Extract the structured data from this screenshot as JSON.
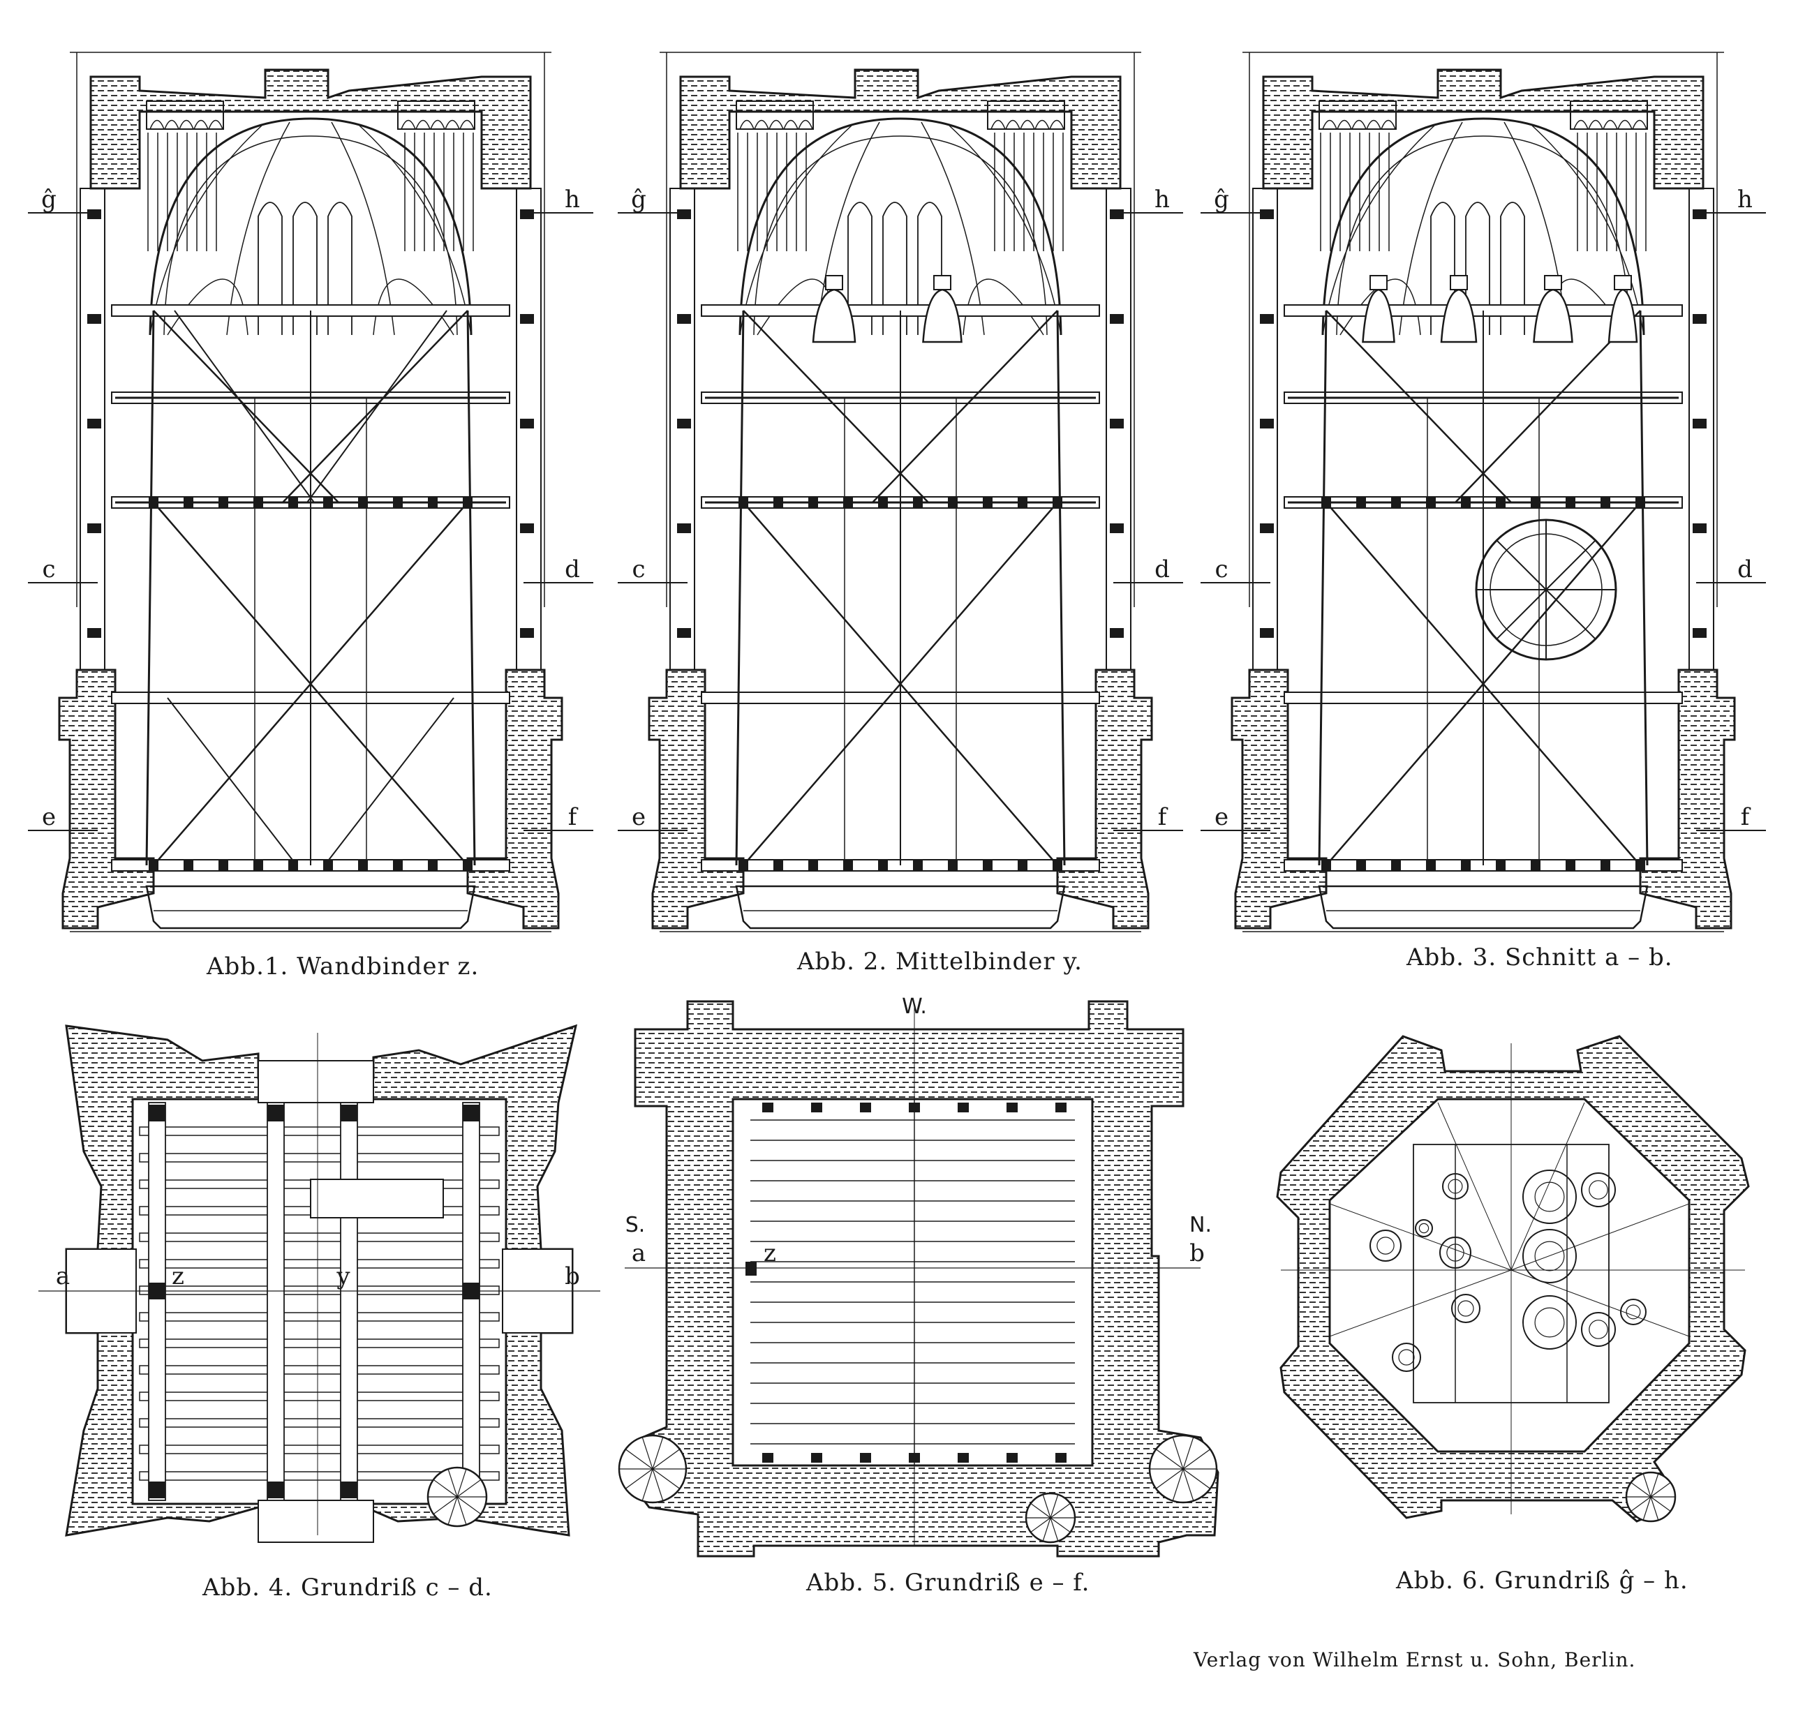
{
  "figures": [
    {
      "id": "abb1",
      "caption": "Abb.1. Wandbinder z."
    },
    {
      "id": "abb2",
      "caption": "Abb. 2. Mittelbinder y."
    },
    {
      "id": "abb3",
      "caption": "Abb. 3. Schnitt a – b."
    },
    {
      "id": "abb4",
      "caption": "Abb. 4. Grundriß c – d."
    },
    {
      "id": "abb5",
      "caption": "Abb. 5. Grundriß e – f."
    },
    {
      "id": "abb6",
      "caption": "Abb. 6. Grundriß ĝ – h."
    }
  ],
  "section_marks": {
    "g": "ĝ",
    "h": "h",
    "c": "c",
    "d": "d",
    "e": "e",
    "f": "f",
    "a": "a",
    "b": "b",
    "z": "z",
    "y": "y"
  },
  "orientation": {
    "west": "W.",
    "south": "S.",
    "north": "N."
  },
  "publisher": "Verlag von Wilhelm Ernst u. Sohn, Berlin."
}
